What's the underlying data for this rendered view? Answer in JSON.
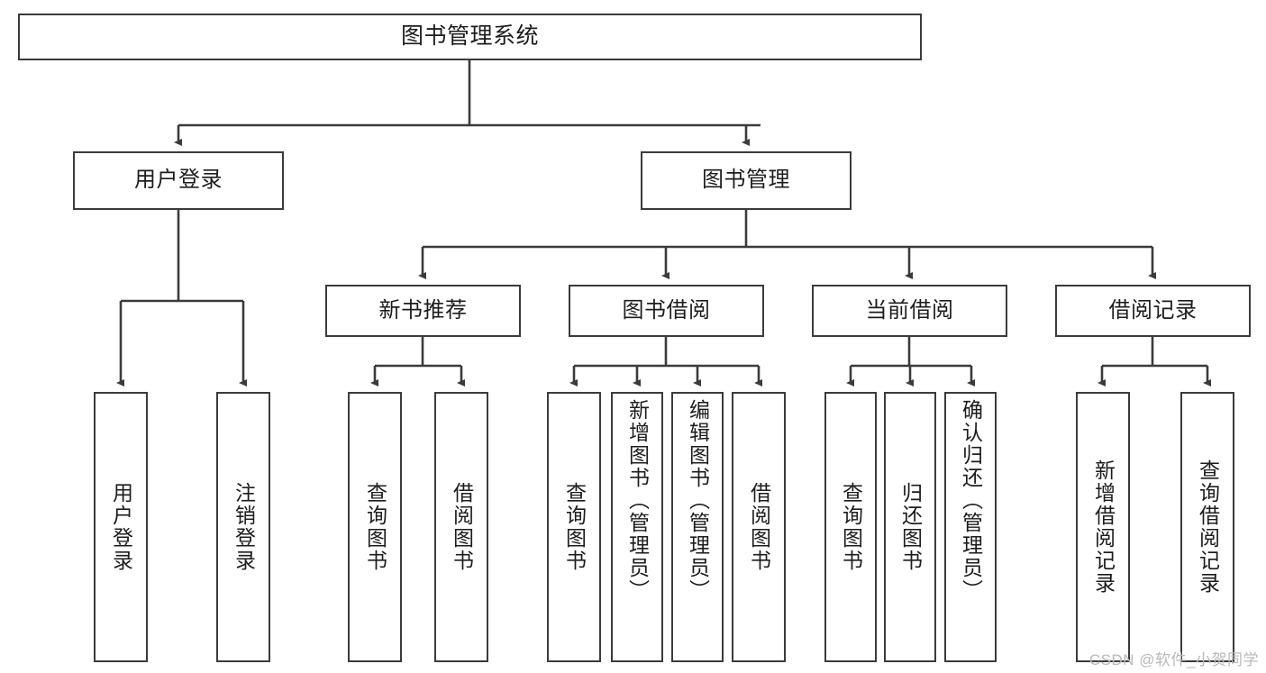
{
  "diagram": {
    "title": "图书管理系统",
    "root": {
      "label": "图书管理系统"
    },
    "level1": [
      {
        "label": "用户登录"
      },
      {
        "label": "图书管理"
      }
    ],
    "level2": [
      {
        "label": "新书推荐"
      },
      {
        "label": "图书借阅"
      },
      {
        "label": "当前借阅"
      },
      {
        "label": "借阅记录"
      }
    ],
    "leaves": {
      "user_login": [
        {
          "label": "用户登录"
        },
        {
          "label": "注销登录"
        }
      ],
      "new_book_recommend": [
        {
          "label": "查询图书"
        },
        {
          "label": "借阅图书"
        }
      ],
      "book_borrow": [
        {
          "label": "查询图书"
        },
        {
          "label": "新增图书（管理员）"
        },
        {
          "label": "编辑图书（管理员）"
        },
        {
          "label": "借阅图书"
        }
      ],
      "current_borrow": [
        {
          "label": "查询图书"
        },
        {
          "label": "归还图书"
        },
        {
          "label": "确认归还（管理员）"
        }
      ],
      "borrow_record": [
        {
          "label": "新增借阅记录"
        },
        {
          "label": "查询借阅记录"
        }
      ]
    }
  },
  "watermark": {
    "text": "CSDN @软件_小贺同学"
  },
  "colors": {
    "stroke": "#3b3b3b",
    "background": "#ffffff",
    "text": "#1d1d1d",
    "watermark": "#b9b9b9"
  }
}
